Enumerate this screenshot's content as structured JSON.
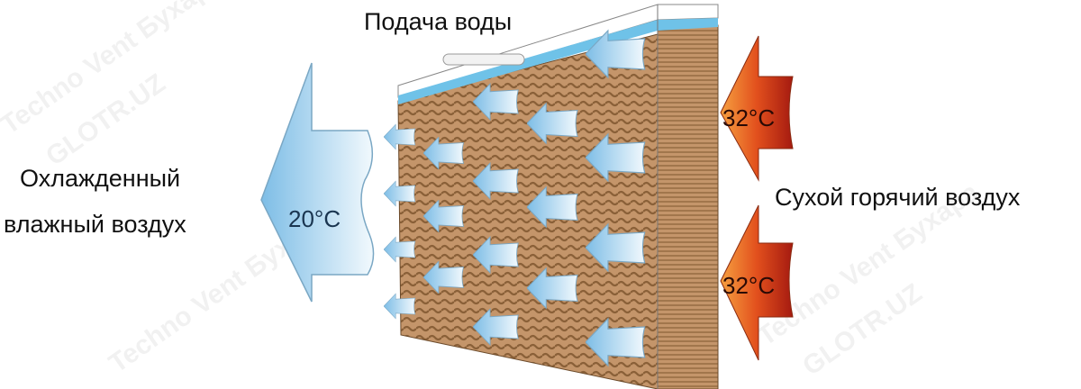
{
  "labels": {
    "water_supply": "Подача воды",
    "cooled_air_line1": "Охлажденный",
    "cooled_air_line2": "влажный воздух",
    "hot_air": "Сухой горячий воздух"
  },
  "temperatures": {
    "cooled": "20°C",
    "hot_top": "32°C",
    "hot_bottom": "32°C"
  },
  "watermark": {
    "line1": "Techno Vent Бухара",
    "line2": "GLOTR.UZ"
  },
  "colors": {
    "pad": "#b98a58",
    "pad_stripe": "#8a6038",
    "water": "#6fc2e8",
    "cool_arrow": "#a9d6f2",
    "hot_arrow_light": "#f39a3a",
    "hot_arrow_dark": "#a81c10"
  }
}
